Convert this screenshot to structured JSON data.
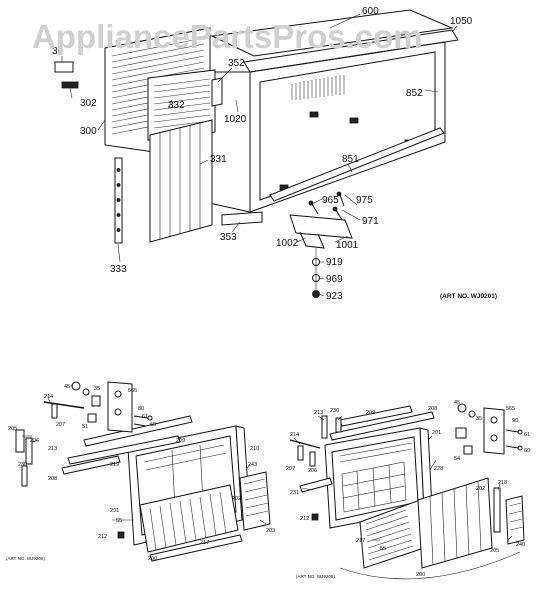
{
  "watermark": "AppliancePartsPros.com",
  "top_diagram": {
    "art_no": "(ART NO. WJ9201)",
    "labels": [
      "30",
      "302",
      "300",
      "332",
      "352",
      "1020",
      "331",
      "333",
      "353",
      "600",
      "1050",
      "852",
      "851",
      "965",
      "975",
      "971",
      "1002",
      "1001",
      "919",
      "969",
      "923"
    ]
  },
  "bottom_left_diagram": {
    "art_no": "(ART NO. WJ9206)",
    "labels": [
      "45",
      "35",
      "565",
      "214",
      "207",
      "51",
      "80",
      "60",
      "61",
      "205",
      "206",
      "213",
      "230",
      "209",
      "210",
      "208",
      "219",
      "243",
      "201",
      "55",
      "212",
      "202",
      "200",
      "217",
      "203"
    ]
  },
  "bottom_right_diagram": {
    "art_no": "(ART NO. WJ9205)",
    "labels": [
      "213",
      "230",
      "209",
      "208",
      "45",
      "35",
      "565",
      "90",
      "61",
      "60",
      "214",
      "207",
      "206",
      "201",
      "228",
      "54",
      "231",
      "212",
      "202",
      "218",
      "55",
      "217",
      "205",
      "240",
      "200"
    ]
  }
}
